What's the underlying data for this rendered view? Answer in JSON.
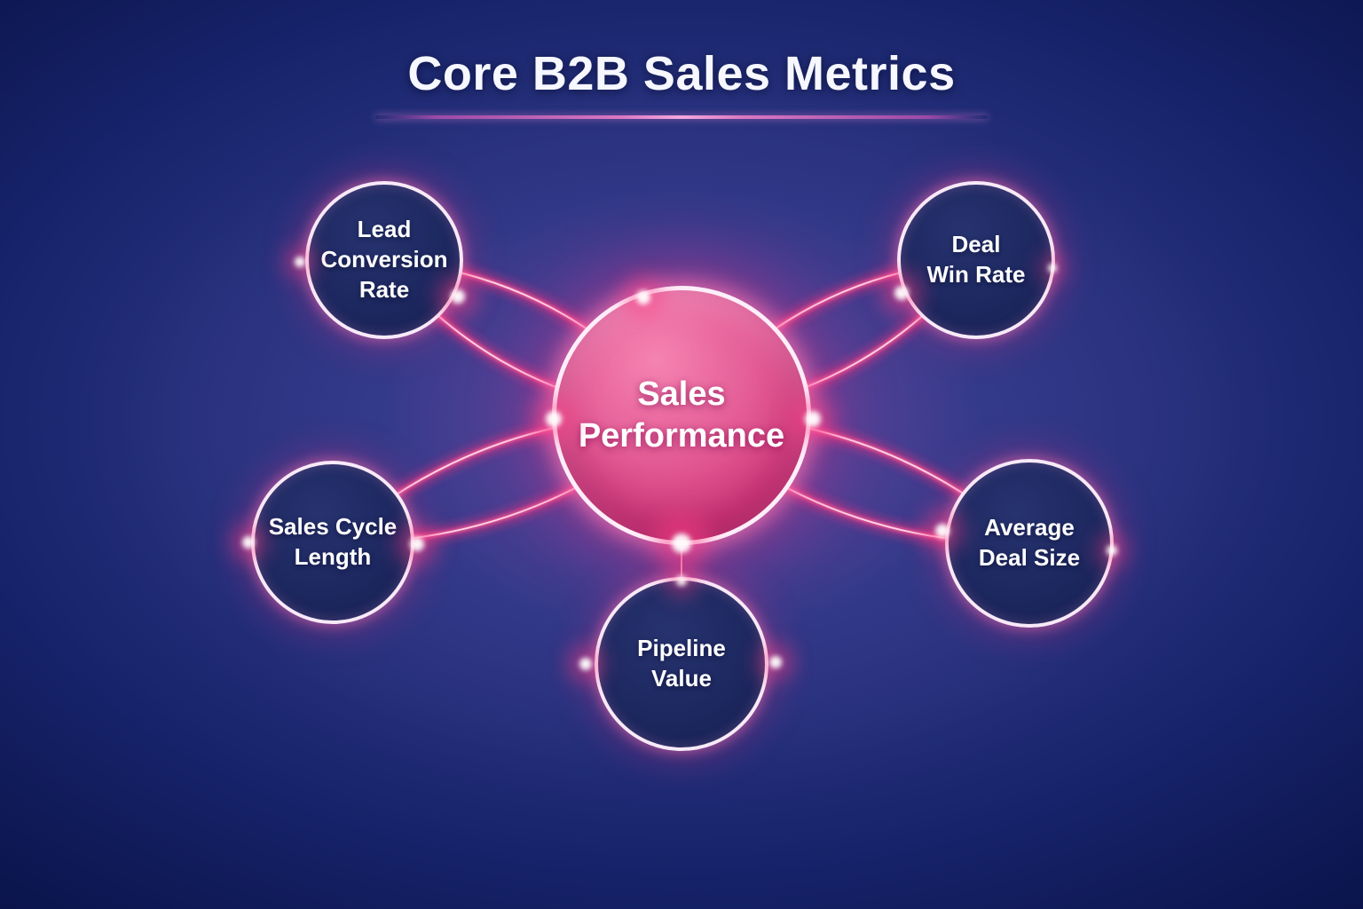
{
  "title": {
    "text": "Core B2B Sales Metrics"
  },
  "diagram": {
    "center": {
      "label": "Sales\nPerformance"
    },
    "nodes": [
      {
        "id": "lead-conversion-rate",
        "label": "Lead\nConversion\nRate"
      },
      {
        "id": "deal-win-rate",
        "label": "Deal\nWin Rate"
      },
      {
        "id": "sales-cycle-length",
        "label": "Sales Cycle\nLength"
      },
      {
        "id": "average-deal-size",
        "label": "Average\nDeal Size"
      },
      {
        "id": "pipeline-value",
        "label": "Pipeline\nValue"
      }
    ],
    "colors": {
      "background_dark": "#081040",
      "background_light": "#2f3c8a",
      "node_fill": "#1d2860",
      "center_fill": "#d03a7b",
      "accent_pink": "#ff2d7a",
      "rim_white": "#ffeef9",
      "text": "#ffffff",
      "underline_purple": "#d977c2"
    }
  }
}
